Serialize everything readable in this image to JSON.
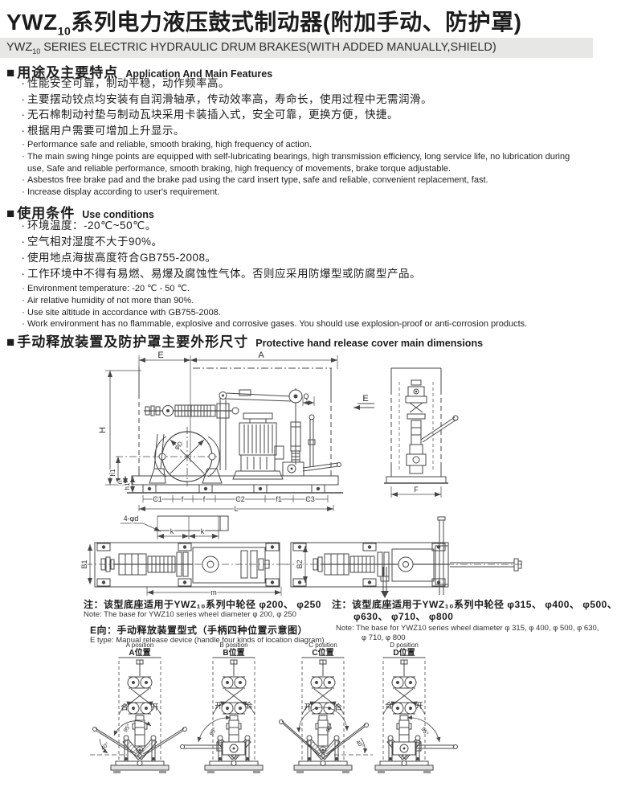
{
  "bullet_char": "·",
  "page": {
    "title_prefix": "YWZ",
    "title_sub": "10",
    "title_suffix": "系列电力液压鼓式制动器(附加手动、防护罩)",
    "subtitle_prefix": "YWZ",
    "subtitle_sub": "10",
    "subtitle_suffix": " SERIES ELECTRIC HYDRAULIC DRUM BRAKES(WITH ADDED MANUALLY,SHIELD)"
  },
  "features": {
    "marker": "■",
    "heading_zh": "用途及主要特点",
    "heading_en": "Application And Main Features",
    "items_zh": [
      "性能安全可靠，制动平稳，动作频率高。",
      "主要摆动铰点均安装有自润滑轴承，传动效率高，寿命长，使用过程中无需润滑。",
      "无石棉制动衬垫与制动瓦块采用卡装插入式，安全可靠，更换方便，快捷。",
      "根据用户需要可增加上升显示。"
    ],
    "items_en": [
      "Performance safe and reliable, smooth braking, high frequency of action.",
      "The main swing hinge points are equipped with self-lubricating bearings, high transmission efficiency, long service life, no lubrication during use, Safe and reliable performance, smooth braking, high frequency of movements, brake torque adjustable.",
      "Asbestos free brake pad and the brake pad using the card insert type, safe and reliable, convenient replacement, fast.",
      "Increase display according to user's requirement."
    ]
  },
  "conditions": {
    "marker": "■",
    "heading_zh": "使用条件",
    "heading_en": "Use  conditions",
    "items_zh": [
      "环境温度：-20℃~50℃。",
      "空气相对湿度不大于90%。",
      "使用地点海拔高度符合GB755-2008。",
      "工作环境中不得有易燃、易爆及腐蚀性气体。否则应采用防爆型或防腐型产品。"
    ],
    "items_en": [
      "Environment temperature: -20 ℃ - 50 ℃.",
      "Air relative humidity of not more than 90%.",
      "Use site altitude in accordance with GB755-2008.",
      "Work environment has no flammable, explosive and corrosive gases. You should use explosion-proof or anti-corrosion products."
    ]
  },
  "dims_section": {
    "marker": "■",
    "heading_zh": "手动释放装置及防护罩主要外形尺寸",
    "heading_en": "Protective hand release cover main dimensions"
  },
  "drawing": {
    "front": {
      "e": "E",
      "a": "A",
      "h": "H",
      "q": "Q",
      "h1": "h1",
      "n": "n",
      "c1": "C1",
      "f": "f",
      "c2": "C2",
      "f1": "f1",
      "c3": "C3",
      "l": "L",
      "phi_d": "φD"
    },
    "side": {
      "f": "F"
    },
    "view_e": "E",
    "plan_left": {
      "holes": "4-φd",
      "k": "k",
      "b1": "B1",
      "m": "m"
    },
    "plan_right": {
      "b2": "B2"
    }
  },
  "notes": {
    "left_zh": "注：该型底座适用于YWZ₁₀系列中轮径 φ200、 φ250",
    "left_en": "Note: The base for YWZ10 series wheel diameter  φ 200,  φ 250",
    "e_zh": "E向：手动释放装置型式（手柄四种位置示意图）",
    "e_en": "E type: Manual release device (handle four kinds of location diagram)",
    "right_zh_1": "注：该型底座适用于YWZ₁₀系列中轮径 φ315、 φ400、 φ500、",
    "right_zh_2": "φ630、 φ710、 φ800",
    "right_en_1": "Note: The base for YWZ10 series wheel diameter  φ 315,  φ 400,  φ 500,  φ 630,",
    "right_en_2": "φ 710,  φ 800"
  },
  "positions": {
    "a": {
      "en": "A position",
      "zh": "A位置",
      "left": "合",
      "right": "开",
      "angle_main": "95°",
      "angle_sub": "40°"
    },
    "b": {
      "en": "B position",
      "zh": "B位置",
      "left": "开",
      "right": "合",
      "angle_main": "95°"
    },
    "c": {
      "en": "C position",
      "zh": "C位置",
      "left": "开",
      "right": "合",
      "angle_main": "95°",
      "angle_sub": "40°"
    },
    "d": {
      "en": "D position",
      "zh": "D位置",
      "left": "合",
      "right": "开",
      "angle_main": "95°"
    }
  }
}
